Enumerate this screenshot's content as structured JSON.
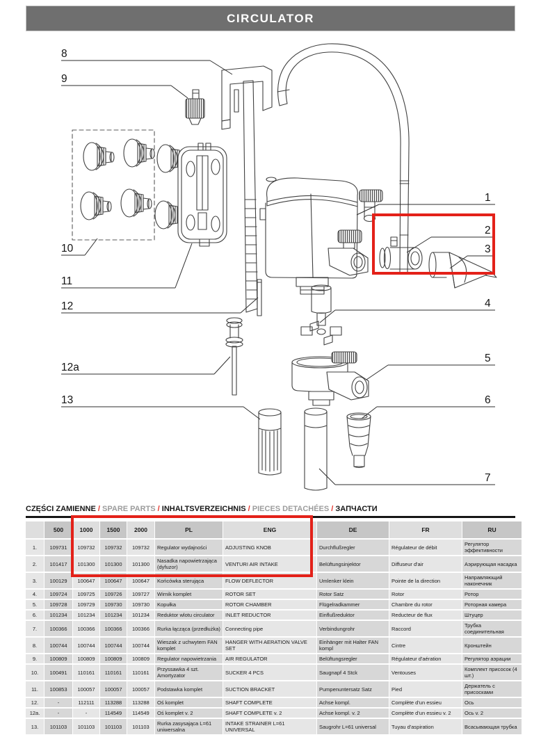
{
  "page": {
    "title_bar": "CIRCULATOR"
  },
  "colors": {
    "title_bar_bg": "#6f6f6f",
    "highlight_red": "#e32119",
    "table_header_dark": "#c6c6c6",
    "table_header_light": "#dedede",
    "table_cell_dark": "#d7d7d7",
    "table_cell_light": "#e6e6e6",
    "title_gray_text": "#9c9c9c"
  },
  "diagram": {
    "callouts": [
      {
        "label": "8"
      },
      {
        "label": "9"
      },
      {
        "label": "10"
      },
      {
        "label": "11"
      },
      {
        "label": "12"
      },
      {
        "label": "12a"
      },
      {
        "label": "13"
      },
      {
        "label": "1"
      },
      {
        "label": "2"
      },
      {
        "label": "3"
      },
      {
        "label": "4"
      },
      {
        "label": "5"
      },
      {
        "label": "6"
      },
      {
        "label": "7"
      }
    ]
  },
  "table": {
    "title_parts": [
      {
        "text": "CZĘŚCI ZAMIENNE",
        "style": "dark"
      },
      {
        "text": " / ",
        "style": "red"
      },
      {
        "text": "SPARE PARTS",
        "style": "gray"
      },
      {
        "text": " / ",
        "style": "red"
      },
      {
        "text": "INHALTSVERZEICHNIS",
        "style": "dark"
      },
      {
        "text": " / ",
        "style": "red"
      },
      {
        "text": "PIECES DETACHÉES",
        "style": "gray"
      },
      {
        "text": " / ",
        "style": "red"
      },
      {
        "text": "ЗАПЧАСТИ",
        "style": "dark"
      }
    ],
    "columns": [
      "",
      "500",
      "1000",
      "1500",
      "2000",
      "PL",
      "ENG",
      "DE",
      "FR",
      "RU"
    ],
    "rows": [
      [
        "1.",
        "109731",
        "109732",
        "109732",
        "109732",
        "Regulator wydajności",
        "ADJUSTING KNOB",
        "Durchflußregler",
        "Régulateur de débit",
        "Регулятор эффективности"
      ],
      [
        "2.",
        "101417",
        "101300",
        "101300",
        "101300",
        "Nasadka napowietrzająca (dyfuzor)",
        "VENTURI AIR INTAKE",
        "Belüftungsinjektor",
        "Diffuseur d'air",
        "Аэрирующая насадка"
      ],
      [
        "3.",
        "100129",
        "100647",
        "100647",
        "100647",
        "Końcówka sterująca",
        "FLOW DEFLECTOR",
        "Umlenker klein",
        "Pointe de la direction",
        "Направляющий наконечник"
      ],
      [
        "4.",
        "109724",
        "109725",
        "109726",
        "109727",
        "Wirnik komplet",
        "ROTOR SET",
        "Rotor Satz",
        "Rotor",
        "Ротор"
      ],
      [
        "5.",
        "109728",
        "109729",
        "109730",
        "109730",
        "Kopułka",
        "ROTOR CHAMBER",
        "Flügelradkammer",
        "Chambre du rotor",
        "Роторная камера"
      ],
      [
        "6.",
        "101234",
        "101234",
        "101234",
        "101234",
        "Reduktor wlotu circulator",
        "INLET REDUCTOR",
        "Einflußreduktor",
        "Reducteur de flux",
        "Штуцер"
      ],
      [
        "7.",
        "100366",
        "100366",
        "100366",
        "100366",
        "Rurka łącząca (przedłużka)",
        "Connecting pipe",
        "Verbindungrohr",
        "Raccord",
        "Трубка соединительная"
      ],
      [
        "8.",
        "100744",
        "100744",
        "100744",
        "100744",
        "Wieszak z uchwytem FAN komplet",
        "HANGER WITH AERATION VALVE SET",
        "Einhänger mit Halter FAN kompl",
        "Cintre",
        "Кронштейн"
      ],
      [
        "9.",
        "100809",
        "100809",
        "100809",
        "100809",
        "Regulator napowietrzania",
        "AIR REGULATOR",
        "Belüftungsregler",
        "Régulateur d'aération",
        "Регулятор аэрации"
      ],
      [
        "10.",
        "100491",
        "110161",
        "110161",
        "110161",
        "Przyssawka 4 szt. Amortyzator",
        "SUCKER 4 PCS",
        "Saugnapf 4 Stck",
        "Ventouses",
        "Комплект присосок (4 шт.)"
      ],
      [
        "11.",
        "100853",
        "100057",
        "100057",
        "100057",
        "Podstawka komplet",
        "SUCTION BRACKET",
        "Pumpenuntersatz Satz",
        "Pied",
        "Держатель с присосками"
      ],
      [
        "12.",
        "-",
        "112111",
        "113288",
        "113288",
        "Oś komplet",
        "SHAFT COMPLETE",
        "Achse kompl.",
        "Complète d'un essieu",
        "Ось"
      ],
      [
        "12a.",
        "-",
        "-",
        "114549",
        "114549",
        "Oś komplet v. 2",
        "SHAFT COMPLETE v. 2",
        "Achse kompl. v. 2",
        "Complète d'un essieu v. 2",
        "Ось v. 2"
      ],
      [
        "13.",
        "101103",
        "101103",
        "101103",
        "101103",
        "Rurka zasysająca L=61 uniwersalna",
        "INTAKE STRAINER L=61 UNIVERSAL",
        "Saugrohr L=61 universal",
        "Tuyau d'aspiration",
        "Всасывающая трубка"
      ]
    ]
  }
}
